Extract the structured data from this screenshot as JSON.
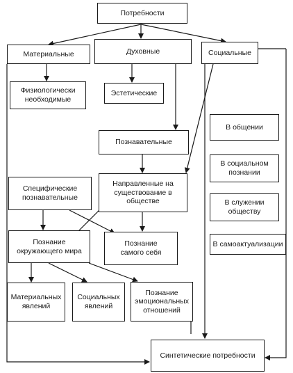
{
  "nodes": {
    "root": "Потребности",
    "material": "Материальные",
    "spiritual": "Духовные",
    "social": "Социальные",
    "physiological": "Физиологически\nнеобходимые",
    "aesthetic": "Эстетические",
    "cognitive": "Познавательные",
    "in_communication": "В общении",
    "in_social_cognition": "В социальном\nпознании",
    "in_serving_society": "В служении\nобществу",
    "in_self_actualization": "В самоактуализации",
    "specific_cognitive": "Специфические\nпознавательные",
    "existence_in_society": "Направленные на\nсуществование в\nобществе",
    "knowing_world": "Познание\nокружающего мира",
    "knowing_self": "Познание\nсамого себя",
    "material_phenomena": "Материальных\nявлений",
    "social_phenomena": "Социальных\nявлений",
    "emotional_relations": "Познание\nэмоциональных\nотношений",
    "synthetic": "Синтетические потребности"
  }
}
